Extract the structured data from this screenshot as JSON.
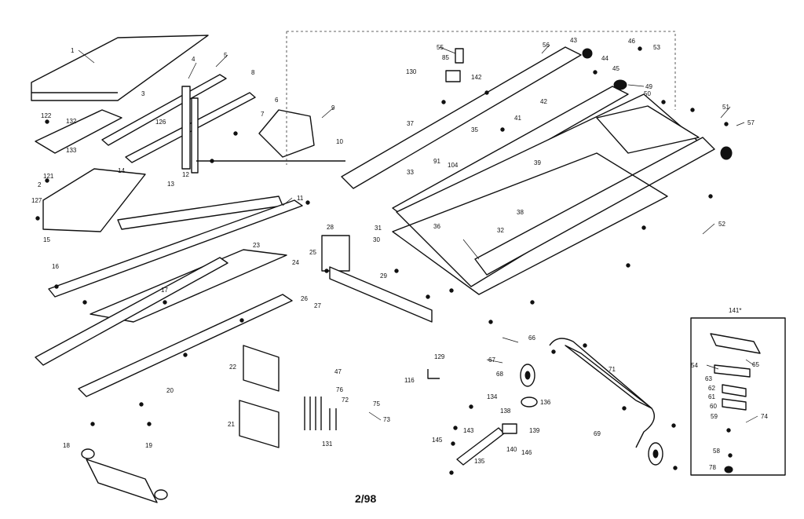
{
  "footer": {
    "page_code": "2/98"
  },
  "inset": {
    "label": "141*"
  },
  "callouts": [
    {
      "id": "c1",
      "text": "1"
    },
    {
      "id": "c2",
      "text": "2"
    },
    {
      "id": "c3",
      "text": "3"
    },
    {
      "id": "c4",
      "text": "4"
    },
    {
      "id": "c5",
      "text": "5"
    },
    {
      "id": "c6",
      "text": "6"
    },
    {
      "id": "c7",
      "text": "7"
    },
    {
      "id": "c8",
      "text": "8"
    },
    {
      "id": "c9",
      "text": "9"
    },
    {
      "id": "c10",
      "text": "10"
    },
    {
      "id": "c11",
      "text": "11"
    },
    {
      "id": "c12",
      "text": "12"
    },
    {
      "id": "c13",
      "text": "13"
    },
    {
      "id": "c14",
      "text": "14"
    },
    {
      "id": "c15",
      "text": "15"
    },
    {
      "id": "c16",
      "text": "16"
    },
    {
      "id": "c17",
      "text": "17"
    },
    {
      "id": "c18",
      "text": "18"
    },
    {
      "id": "c19",
      "text": "19"
    },
    {
      "id": "c20",
      "text": "20"
    },
    {
      "id": "c21",
      "text": "21"
    },
    {
      "id": "c22",
      "text": "22"
    },
    {
      "id": "c23",
      "text": "23"
    },
    {
      "id": "c24",
      "text": "24"
    },
    {
      "id": "c25",
      "text": "25"
    },
    {
      "id": "c26",
      "text": "26"
    },
    {
      "id": "c27",
      "text": "27"
    },
    {
      "id": "c28",
      "text": "28"
    },
    {
      "id": "c29",
      "text": "29"
    },
    {
      "id": "c30",
      "text": "30"
    },
    {
      "id": "c31",
      "text": "31"
    },
    {
      "id": "c32",
      "text": "32"
    },
    {
      "id": "c33",
      "text": "33"
    },
    {
      "id": "c35",
      "text": "35"
    },
    {
      "id": "c36",
      "text": "36"
    },
    {
      "id": "c37",
      "text": "37"
    },
    {
      "id": "c38",
      "text": "38"
    },
    {
      "id": "c39",
      "text": "39"
    },
    {
      "id": "c41",
      "text": "41"
    },
    {
      "id": "c42",
      "text": "42"
    },
    {
      "id": "c43",
      "text": "43"
    },
    {
      "id": "c44",
      "text": "44"
    },
    {
      "id": "c45",
      "text": "45"
    },
    {
      "id": "c46",
      "text": "46"
    },
    {
      "id": "c47",
      "text": "47"
    },
    {
      "id": "c49",
      "text": "49"
    },
    {
      "id": "c50",
      "text": "50"
    },
    {
      "id": "c51",
      "text": "51"
    },
    {
      "id": "c52",
      "text": "52"
    },
    {
      "id": "c53",
      "text": "53"
    },
    {
      "id": "c54",
      "text": "54"
    },
    {
      "id": "c55",
      "text": "55"
    },
    {
      "id": "c56",
      "text": "56"
    },
    {
      "id": "c57",
      "text": "57"
    },
    {
      "id": "c58",
      "text": "58"
    },
    {
      "id": "c59",
      "text": "59"
    },
    {
      "id": "c60",
      "text": "60"
    },
    {
      "id": "c61",
      "text": "61"
    },
    {
      "id": "c62",
      "text": "62"
    },
    {
      "id": "c63",
      "text": "63"
    },
    {
      "id": "c65",
      "text": "65"
    },
    {
      "id": "c66",
      "text": "66"
    },
    {
      "id": "c67",
      "text": "67"
    },
    {
      "id": "c68",
      "text": "68"
    },
    {
      "id": "c69",
      "text": "69"
    },
    {
      "id": "c71",
      "text": "71"
    },
    {
      "id": "c72",
      "text": "72"
    },
    {
      "id": "c73",
      "text": "73"
    },
    {
      "id": "c74",
      "text": "74"
    },
    {
      "id": "c75",
      "text": "75"
    },
    {
      "id": "c76",
      "text": "76"
    },
    {
      "id": "c78",
      "text": "78"
    },
    {
      "id": "c85",
      "text": "85"
    },
    {
      "id": "c91",
      "text": "91"
    },
    {
      "id": "c104",
      "text": "104"
    },
    {
      "id": "c116",
      "text": "116"
    },
    {
      "id": "c121",
      "text": "121"
    },
    {
      "id": "c122",
      "text": "122"
    },
    {
      "id": "c126",
      "text": "126"
    },
    {
      "id": "c127",
      "text": "127"
    },
    {
      "id": "c129",
      "text": "129"
    },
    {
      "id": "c130",
      "text": "130"
    },
    {
      "id": "c131",
      "text": "131"
    },
    {
      "id": "c132",
      "text": "132"
    },
    {
      "id": "c133",
      "text": "133"
    },
    {
      "id": "c134",
      "text": "134"
    },
    {
      "id": "c135",
      "text": "135"
    },
    {
      "id": "c136",
      "text": "136"
    },
    {
      "id": "c138",
      "text": "138"
    },
    {
      "id": "c139",
      "text": "139"
    },
    {
      "id": "c140",
      "text": "140"
    },
    {
      "id": "c142",
      "text": "142"
    },
    {
      "id": "c143",
      "text": "143"
    },
    {
      "id": "c145",
      "text": "145"
    },
    {
      "id": "c146",
      "text": "146"
    }
  ]
}
